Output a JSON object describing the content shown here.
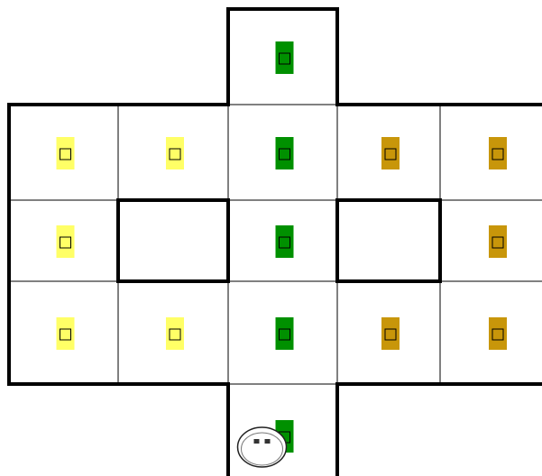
{
  "colors": {
    "background": "#ffffff",
    "wall": "#000000",
    "grid_line": "#000000",
    "yellow_tile": "#ffff66",
    "green_tile": "#009000",
    "gold_tile": "#c8960a"
  },
  "board": {
    "cells": [
      {
        "row": 0,
        "col": 2,
        "tile": "green"
      },
      {
        "row": 1,
        "col": 0,
        "tile": "yellow"
      },
      {
        "row": 1,
        "col": 1,
        "tile": "yellow"
      },
      {
        "row": 1,
        "col": 2,
        "tile": "green"
      },
      {
        "row": 1,
        "col": 3,
        "tile": "gold"
      },
      {
        "row": 1,
        "col": 4,
        "tile": "gold"
      },
      {
        "row": 2,
        "col": 0,
        "tile": "yellow"
      },
      {
        "row": 2,
        "col": 1,
        "tile": null
      },
      {
        "row": 2,
        "col": 2,
        "tile": "green"
      },
      {
        "row": 2,
        "col": 3,
        "tile": null
      },
      {
        "row": 2,
        "col": 4,
        "tile": "gold"
      },
      {
        "row": 3,
        "col": 0,
        "tile": "yellow"
      },
      {
        "row": 3,
        "col": 1,
        "tile": "yellow"
      },
      {
        "row": 3,
        "col": 2,
        "tile": "green"
      },
      {
        "row": 3,
        "col": 3,
        "tile": "gold"
      },
      {
        "row": 3,
        "col": 4,
        "tile": "gold"
      },
      {
        "row": 4,
        "col": 2,
        "tile": "green"
      }
    ],
    "blocked_cells": [
      {
        "row": 2,
        "col": 1
      },
      {
        "row": 2,
        "col": 3
      }
    ],
    "player": {
      "row": 4,
      "col": 2,
      "icon": "ghost-player-icon"
    }
  }
}
